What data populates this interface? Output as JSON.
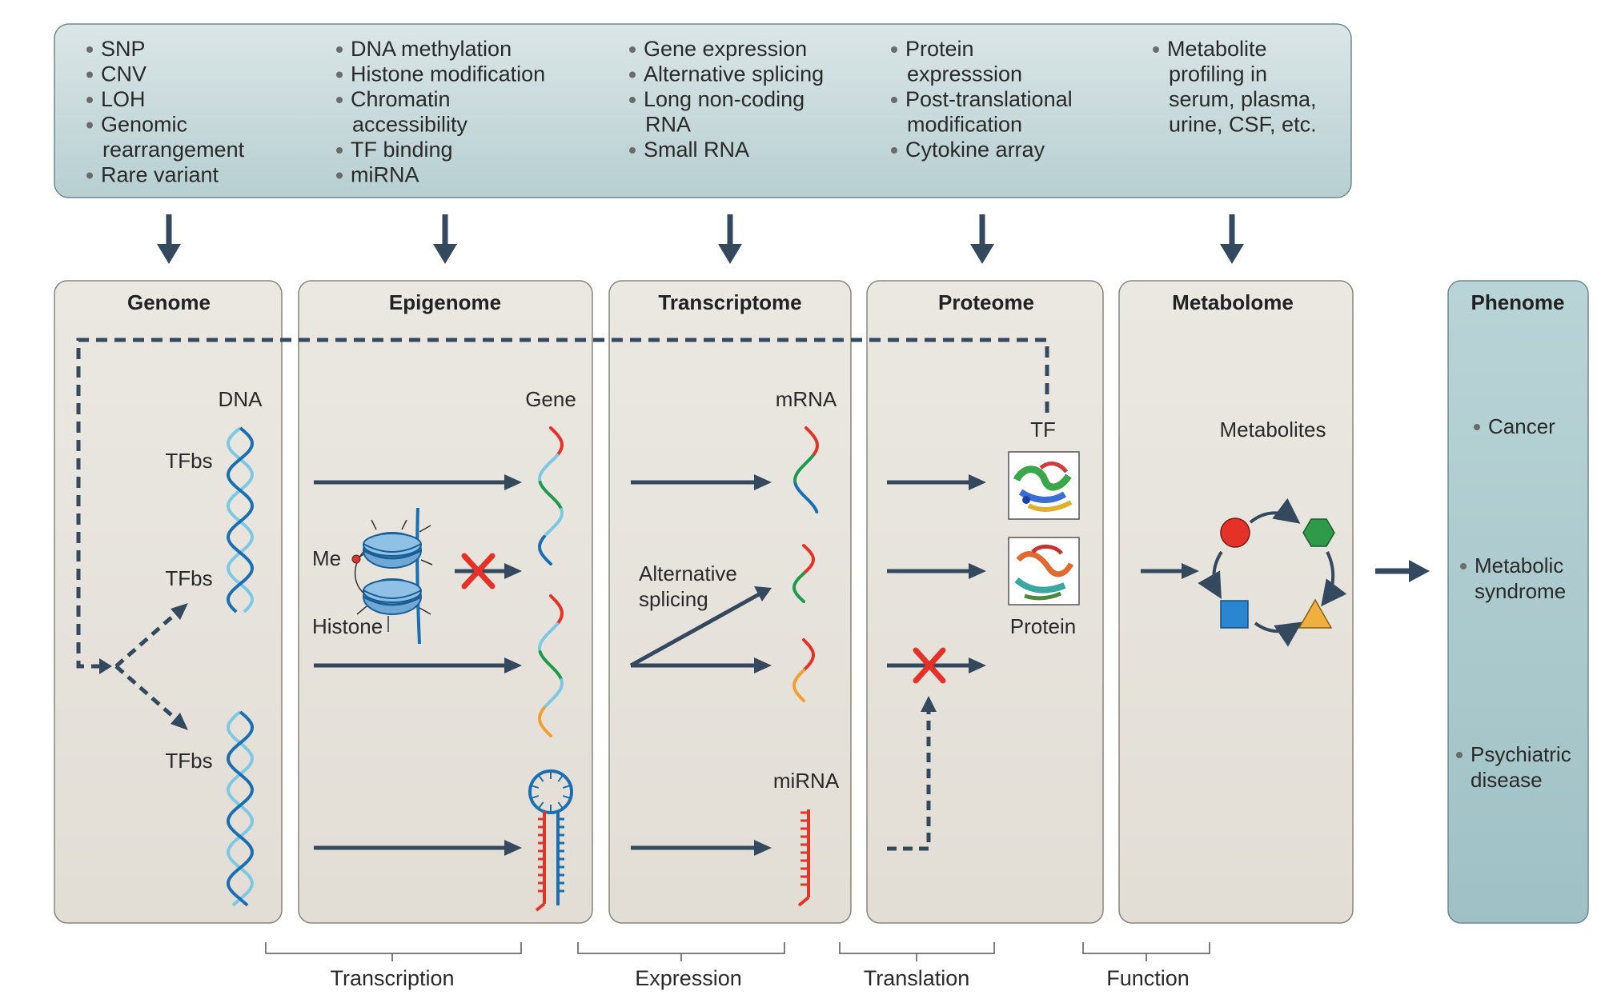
{
  "top_box": {
    "columns": [
      {
        "items": [
          [
            "SNP"
          ],
          [
            "CNV"
          ],
          [
            "LOH"
          ],
          [
            "Genomic",
            "rearrangement"
          ],
          [
            "Rare variant"
          ]
        ]
      },
      {
        "items": [
          [
            "DNA methylation"
          ],
          [
            "Histone modification"
          ],
          [
            "Chromatin",
            "accessibility"
          ],
          [
            "TF binding"
          ],
          [
            "miRNA"
          ]
        ]
      },
      {
        "items": [
          [
            "Gene expression"
          ],
          [
            "Alternative splicing"
          ],
          [
            "Long non-coding",
            "RNA"
          ],
          [
            "Small RNA"
          ]
        ]
      },
      {
        "items": [
          [
            "Protein",
            "expresssion"
          ],
          [
            "Post-translational",
            "modification"
          ],
          [
            "Cytokine array"
          ]
        ]
      },
      {
        "items": [
          [
            "Metabolite",
            "profiling in",
            "serum, plasma,",
            "urine, CSF, etc."
          ]
        ]
      }
    ]
  },
  "panels": {
    "genome": "Genome",
    "epigenome": "Epigenome",
    "transcriptome": "Transcriptome",
    "proteome": "Proteome",
    "metabolome": "Metabolome",
    "phenome": "Phenome"
  },
  "labels": {
    "dna": "DNA",
    "tfbs": "TFbs",
    "gene": "Gene",
    "me": "Me",
    "histone": "Histone",
    "mrna": "mRNA",
    "alternative": "Alternative",
    "splicing": "splicing",
    "mirna": "miRNA",
    "tf": "TF",
    "protein": "Protein",
    "metabolites": "Metabolites"
  },
  "phenome_items": [
    [
      "Cancer"
    ],
    [
      "Metabolic",
      "syndrome"
    ],
    [
      "Psychiatric",
      "disease"
    ]
  ],
  "brackets": {
    "transcription": "Transcription",
    "expression": "Expression",
    "translation": "Translation",
    "function": "Function"
  },
  "colors": {
    "top_box": "#c9dadc",
    "panel": "#e7e3dc",
    "phenome_panel": "#a9c8cc",
    "arrow": "#34495e",
    "dna_dark": "#1b6fb0",
    "dna_light": "#7ec8e3",
    "red_cross": "#e53228"
  }
}
